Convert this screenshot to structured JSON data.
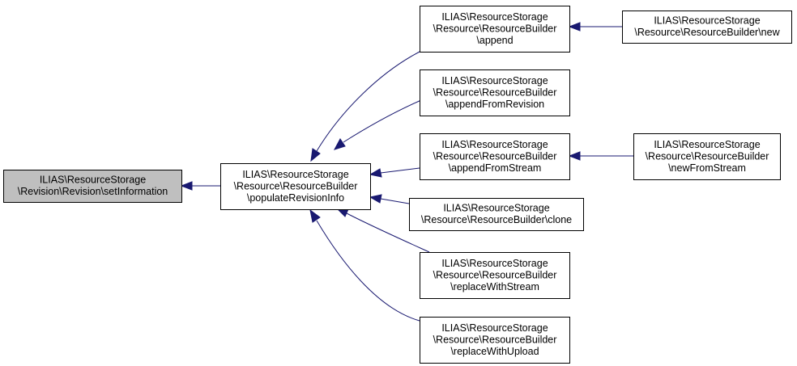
{
  "graph": {
    "colors": {
      "edge": "#191970",
      "node_fill": "#ffffff",
      "root_fill": "#bfbfbf",
      "border": "#000000",
      "background": "#ffffff"
    },
    "nodes": [
      {
        "id": "setInformation",
        "root": true,
        "lines": [
          "ILIAS\\ResourceStorage",
          "\\Revision\\Revision\\setInformation"
        ]
      },
      {
        "id": "populateRevisionInfo",
        "lines": [
          "ILIAS\\ResourceStorage",
          "\\Resource\\ResourceBuilder",
          "\\populateRevisionInfo"
        ]
      },
      {
        "id": "append",
        "lines": [
          "ILIAS\\ResourceStorage",
          "\\Resource\\ResourceBuilder",
          "\\append"
        ]
      },
      {
        "id": "appendFromRevision",
        "lines": [
          "ILIAS\\ResourceStorage",
          "\\Resource\\ResourceBuilder",
          "\\appendFromRevision"
        ]
      },
      {
        "id": "appendFromStream",
        "lines": [
          "ILIAS\\ResourceStorage",
          "\\Resource\\ResourceBuilder",
          "\\appendFromStream"
        ]
      },
      {
        "id": "clone",
        "lines": [
          "ILIAS\\ResourceStorage",
          "\\Resource\\ResourceBuilder\\clone"
        ]
      },
      {
        "id": "replaceWithStream",
        "lines": [
          "ILIAS\\ResourceStorage",
          "\\Resource\\ResourceBuilder",
          "\\replaceWithStream"
        ]
      },
      {
        "id": "replaceWithUpload",
        "lines": [
          "ILIAS\\ResourceStorage",
          "\\Resource\\ResourceBuilder",
          "\\replaceWithUpload"
        ]
      },
      {
        "id": "new",
        "lines": [
          "ILIAS\\ResourceStorage",
          "\\Resource\\ResourceBuilder\\new"
        ]
      },
      {
        "id": "newFromStream",
        "lines": [
          "ILIAS\\ResourceStorage",
          "\\Resource\\ResourceBuilder",
          "\\newFromStream"
        ]
      }
    ],
    "edges": [
      {
        "from": "populateRevisionInfo",
        "to": "setInformation"
      },
      {
        "from": "append",
        "to": "populateRevisionInfo"
      },
      {
        "from": "appendFromRevision",
        "to": "populateRevisionInfo"
      },
      {
        "from": "appendFromStream",
        "to": "populateRevisionInfo"
      },
      {
        "from": "clone",
        "to": "populateRevisionInfo"
      },
      {
        "from": "replaceWithStream",
        "to": "populateRevisionInfo"
      },
      {
        "from": "replaceWithUpload",
        "to": "populateRevisionInfo"
      },
      {
        "from": "new",
        "to": "append"
      },
      {
        "from": "newFromStream",
        "to": "appendFromStream"
      }
    ]
  }
}
